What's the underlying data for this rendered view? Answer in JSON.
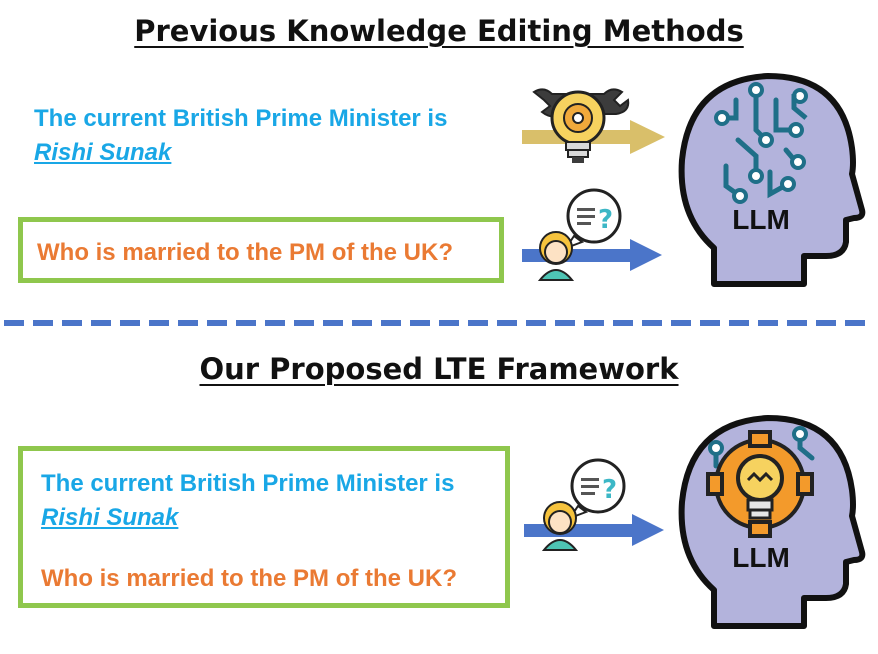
{
  "top": {
    "title": "Previous Knowledge Editing Methods",
    "fact_line1": "The current British Prime Minister is",
    "fact_entity": "Rishi Sunak",
    "question": "Who is married to the PM of the UK?",
    "llm_label": "LLM"
  },
  "bottom": {
    "title": "Our Proposed LTE Framework",
    "fact_line1": "The current British Prime Minister is",
    "fact_entity": "Rishi Sunak",
    "question": "Who is married to the PM of the UK?",
    "llm_label": "LLM"
  },
  "icons": {
    "edit_tool": "lightbulb-wrench-icon",
    "user_question": "user-question-icon",
    "llm_head": "brain-head-icon",
    "learned_head": "lightbulb-gear-brain-icon"
  },
  "colors": {
    "fact_text": "#19a7e6",
    "question_text": "#ea7a33",
    "box_border": "#8fc74d",
    "blue_arrow": "#4b75c9",
    "gold_arrow": "#d9bf6a",
    "divider": "#4b75c9",
    "head_fill": "#b3b3dc"
  }
}
